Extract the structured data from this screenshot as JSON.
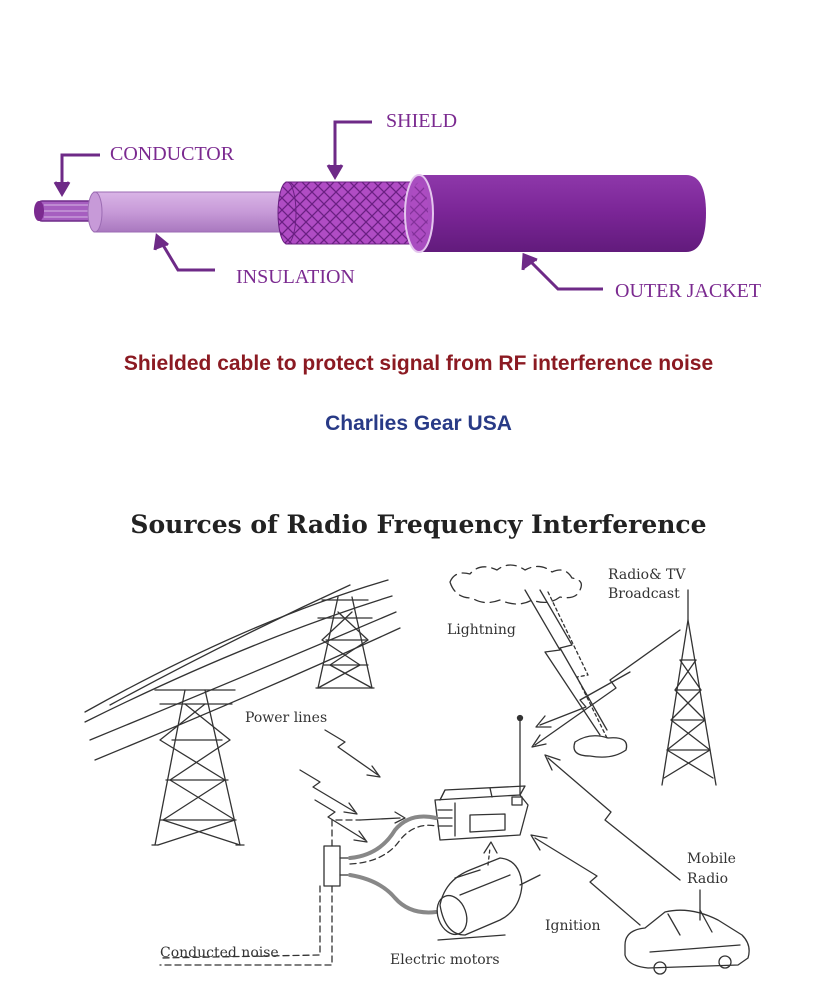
{
  "cable": {
    "labels": {
      "conductor": "CONDUCTOR",
      "shield": "SHIELD",
      "insulation": "INSULATION",
      "outer_jacket": "OUTER JACKET"
    },
    "colors": {
      "jacket": "#7a2596",
      "shield": "#b04cc4",
      "insulation": "#c79ad8",
      "label": "#7b2a90"
    }
  },
  "caption": "Shielded cable to protect signal from RF interference noise",
  "brand": "Charlies Gear USA",
  "rfi": {
    "title": "Sources of Radio Frequency Interference",
    "labels": {
      "lightning": "Lightning",
      "broadcast_line1": "Radio& TV",
      "broadcast_line2": "Broadcast",
      "power_lines": "Power lines",
      "mobile_line1": "Mobile",
      "mobile_line2": "Radio",
      "ignition": "Ignition",
      "conducted_noise": "Conducted noise",
      "electric_motors": "Electric motors"
    }
  }
}
